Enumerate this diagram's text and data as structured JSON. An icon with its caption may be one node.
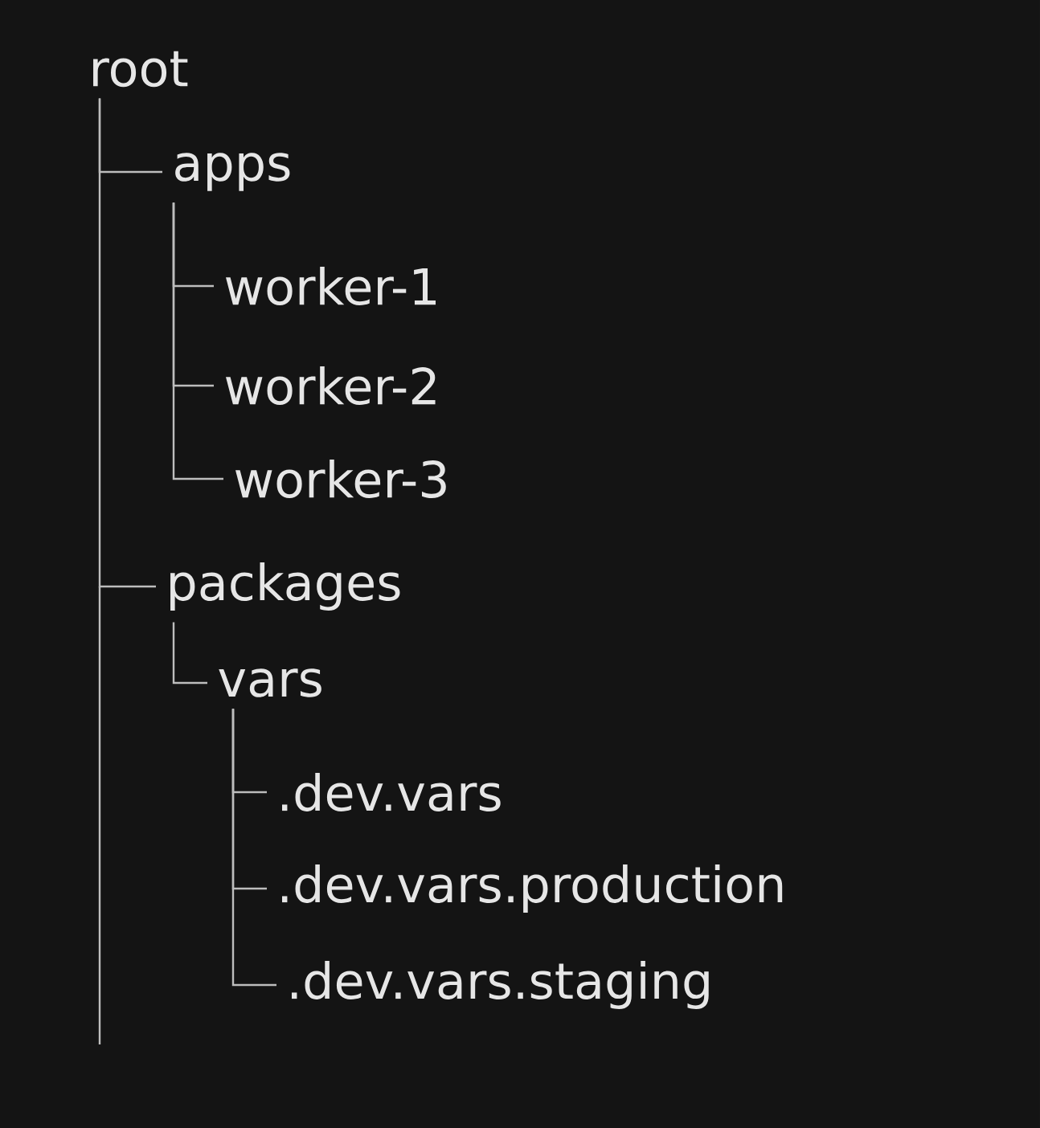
{
  "diagram": {
    "nodes": [
      {
        "text": [
          "root"
        ]
      },
      {
        "text": [
          "apps"
        ]
      },
      {
        "text": [
          "worker-1"
        ]
      },
      {
        "text": [
          "worker-2"
        ]
      },
      {
        "text": [
          "worker-3"
        ]
      },
      {
        "text": [
          "packages"
        ]
      },
      {
        "text": [
          "vars"
        ]
      },
      {
        "text": [
          ".dev.vars"
        ]
      },
      {
        "text": [
          ".dev.vars.production"
        ]
      },
      {
        "text": [
          ".dev.vars.staging"
        ]
      }
    ],
    "edges": [
      {
        "from": 0,
        "to": 1,
        "arrow": "none"
      },
      {
        "from": 1,
        "to": 2,
        "arrow": "none"
      },
      {
        "from": 1,
        "to": 3,
        "arrow": "none"
      },
      {
        "from": 1,
        "to": 4,
        "arrow": "none"
      },
      {
        "from": 0,
        "to": 5,
        "arrow": "none"
      },
      {
        "from": 5,
        "to": 6,
        "arrow": "none"
      },
      {
        "from": 6,
        "to": 7,
        "arrow": "none"
      },
      {
        "from": 6,
        "to": 8,
        "arrow": "none"
      },
      {
        "from": 6,
        "to": 9,
        "arrow": "none"
      }
    ]
  }
}
